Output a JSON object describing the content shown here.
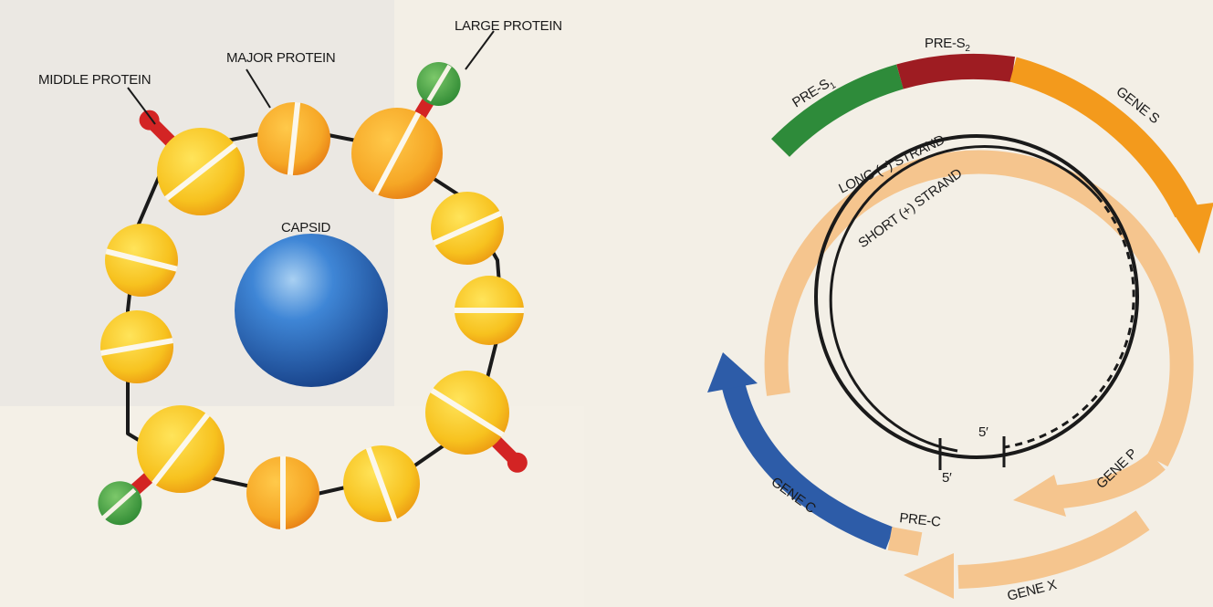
{
  "left_figure": {
    "labels": {
      "large_protein": "LARGE PROTEIN",
      "major_protein": "MAJOR PROTEIN",
      "middle_protein": "MIDDLE PROTEIN",
      "capsid": "CAPSID"
    },
    "colors": {
      "panel": "#ebe8e3",
      "major": "#f6bd1f",
      "major_dark": "#e79a12",
      "middle": "#d32424",
      "large": "#3f9d3a",
      "capsid": "#2d6fc2",
      "membrane": "#1a1a1a"
    }
  },
  "right_figure": {
    "labels": {
      "pre_s1": "PRE-S",
      "pre_s1_sub": "1",
      "pre_s2": "PRE-S",
      "pre_s2_sub": "2",
      "gene_s": "GENE S",
      "long_strand": "LONG (−) STRAND",
      "short_strand": "SHORT (+) STRAND",
      "five_prime_inner": "5′",
      "five_prime_outer": "5′",
      "gene_p": "GENE P",
      "gene_c": "GENE C",
      "pre_c": "PRE-C",
      "gene_x": "GENE X"
    },
    "colors": {
      "pre_s1": "#2e8b3a",
      "pre_s2": "#9e1c22",
      "gene_s": "#f39a1c",
      "gene_p": "#f5c58e",
      "gene_c": "#2d5ca8",
      "pre_c": "#f5c58e",
      "gene_x": "#f5c58e",
      "strand": "#1a1a1a"
    }
  }
}
